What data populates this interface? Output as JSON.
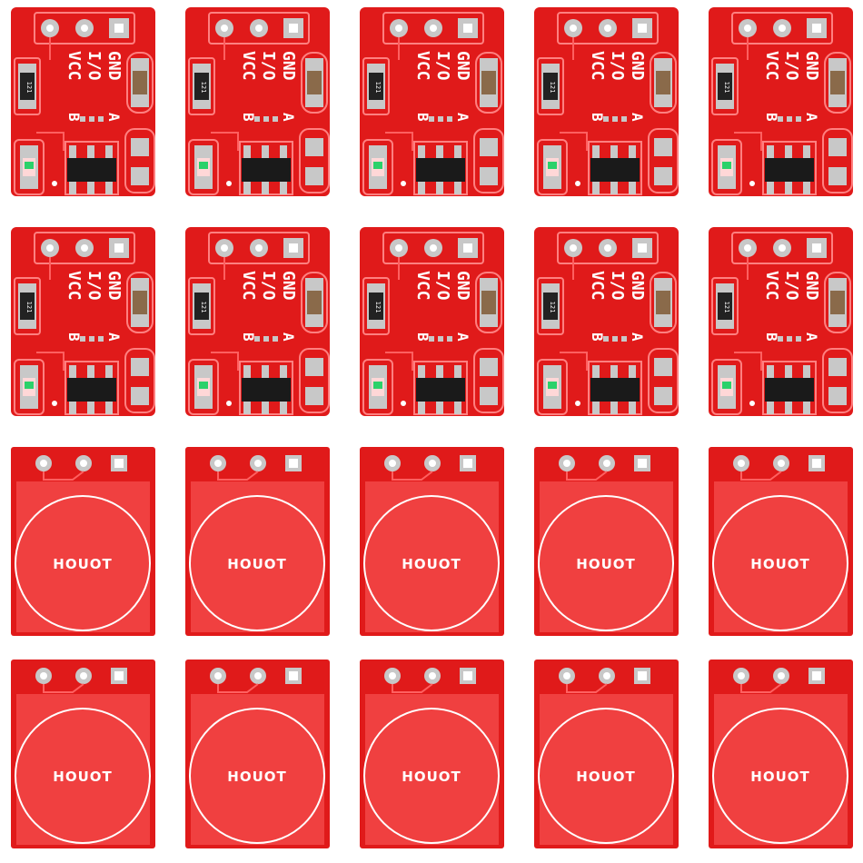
{
  "colors": {
    "pcb_red": "#e01a1a",
    "pad_red": "#f04040",
    "silver": "#c8c8c8",
    "chip_black": "#1a1a1a",
    "silk_white": "#ffffff",
    "cap_brown": "#8a6a4a",
    "led_green": "#2bd16a"
  },
  "back_board": {
    "pins": [
      "GND",
      "I/O",
      "VCC"
    ],
    "jumper_labels": [
      "A",
      "B"
    ],
    "resistor_code": "121"
  },
  "front_board": {
    "touch_label": "HOUOT"
  },
  "grid": {
    "columns": 5,
    "rows": [
      {
        "side": "back"
      },
      {
        "side": "back"
      },
      {
        "side": "front"
      },
      {
        "side": "front"
      }
    ]
  }
}
